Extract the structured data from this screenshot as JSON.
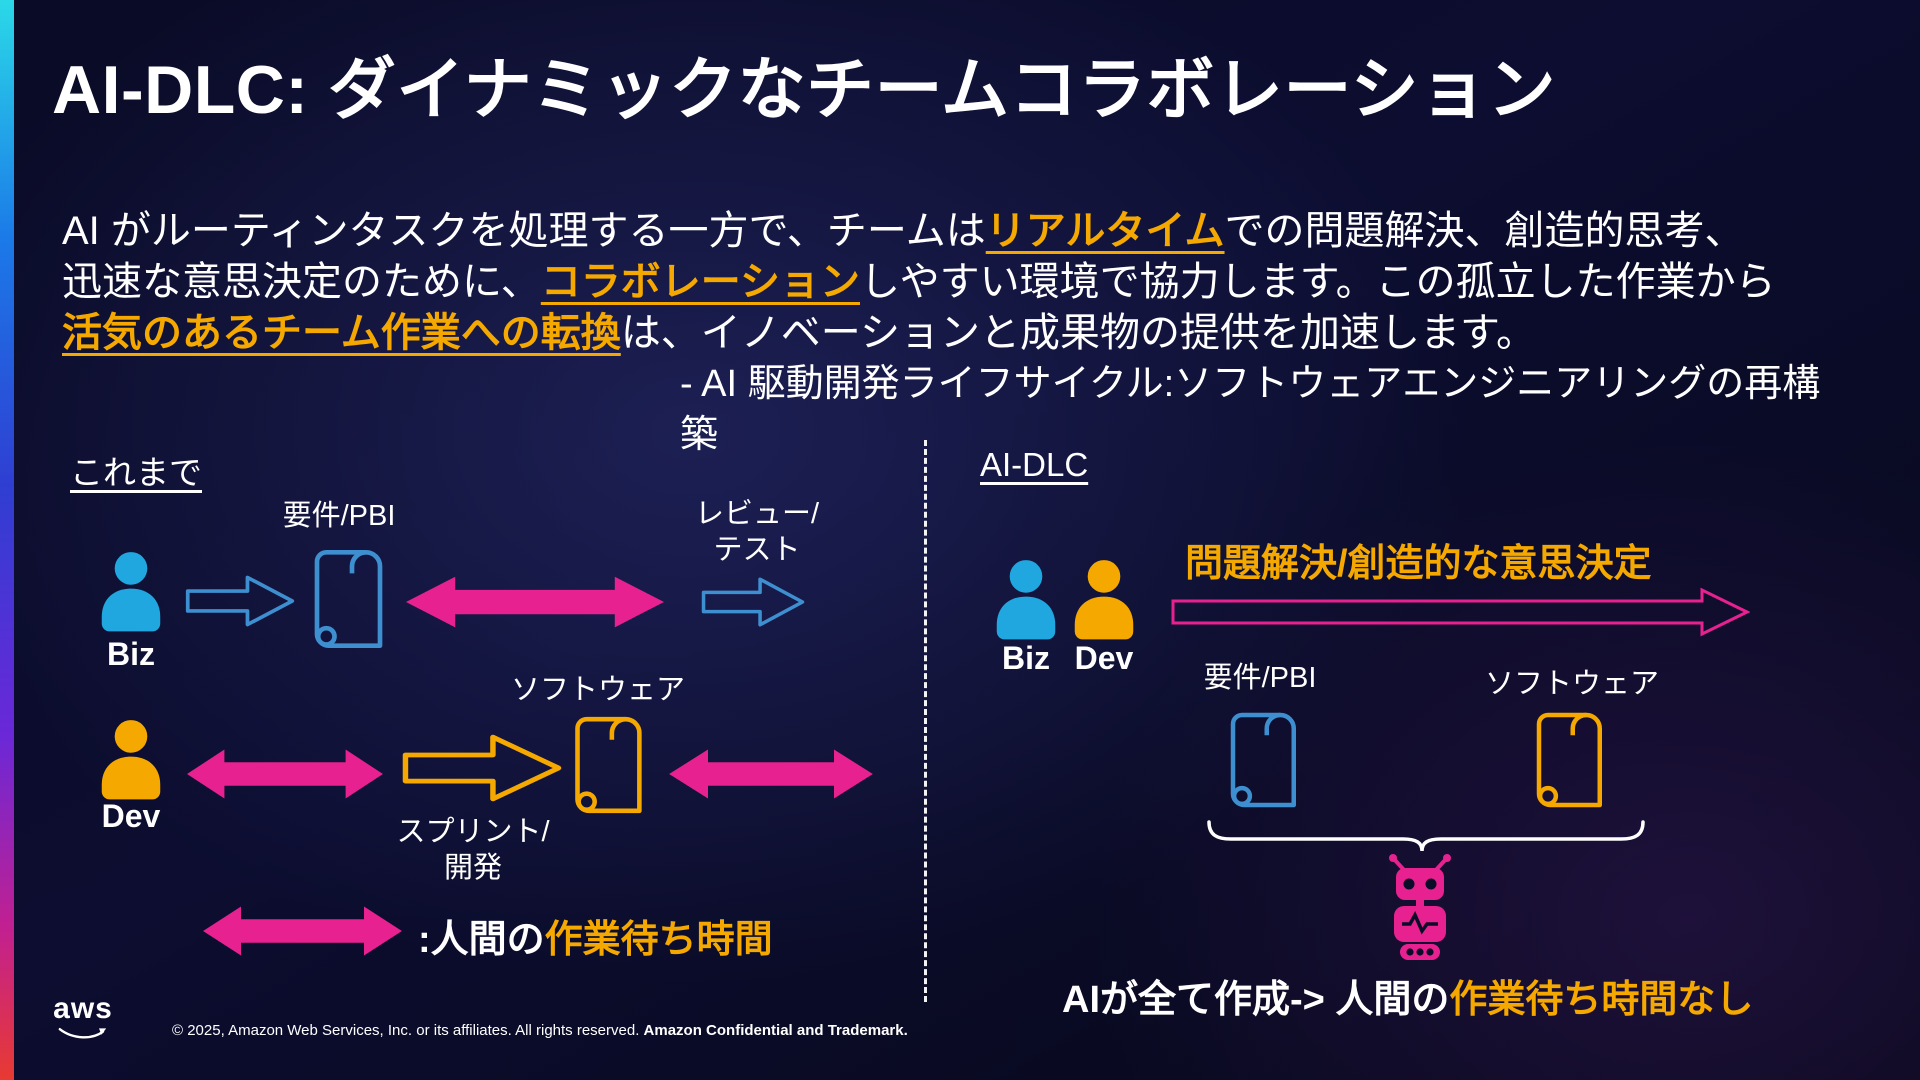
{
  "colors": {
    "accent_orange": "#F5A800",
    "pink": "#E82190",
    "outline_blue": "#3E8FD0",
    "person_blue": "#21A7E0",
    "person_orange": "#F5A800",
    "background": "#0B0C28"
  },
  "icons": {
    "person": "person-icon",
    "scroll": "scroll-document-icon",
    "double_arrow": "wait-time-double-arrow-icon",
    "block_arrow": "flow-arrow-icon",
    "long_arrow": "collaboration-arrow-icon",
    "robot": "ai-robot-icon",
    "aws": "aws-logo"
  },
  "title": "AI-DLC: ダイナミックなチームコラボレーション",
  "intro": {
    "line1": {
      "pre": "AI がルーティンタスクを処理する一方で、チームは",
      "highlight": "リアルタイム",
      "post": "での問題解決、創造的思考、"
    },
    "line2": {
      "pre": "迅速な意思決定のために、",
      "highlight": "コラボレーション",
      "post": "しやすい環境で協力します。この孤立した作業から"
    },
    "line3": {
      "highlight": "活気のあるチーム作業への転換",
      "post": "は、イノベーションと成果物の提供を加速します。"
    },
    "attribution": "- AI 駆動開発ライフサイクル:ソフトウェアエンジニアリングの再構築"
  },
  "before": {
    "heading": "これまで",
    "biz_label": "Biz",
    "dev_label": "Dev",
    "requirements_label": "要件/PBI",
    "review_line1": "レビュー/",
    "review_line2": "テスト",
    "software_label": "ソフトウェア",
    "sprint_line1": "スプリント/",
    "sprint_line2": "開発",
    "legend_pre": ":人間の",
    "legend_highlight": "作業待ち時間"
  },
  "after": {
    "heading": "AI-DLC",
    "top_label": "問題解決/創造的な意思決定",
    "biz_label": "Biz",
    "dev_label": "Dev",
    "requirements_label": "要件/PBI",
    "software_label": "ソフトウェア",
    "bottom_pre": "AIが全て作成-> 人間の",
    "bottom_highlight": "作業待ち時間なし"
  },
  "footer": {
    "logo": "aws",
    "copyright": "© 2025, Amazon Web Services, Inc. or its affiliates. All rights reserved. ",
    "confidential": "Amazon Confidential and Trademark."
  }
}
